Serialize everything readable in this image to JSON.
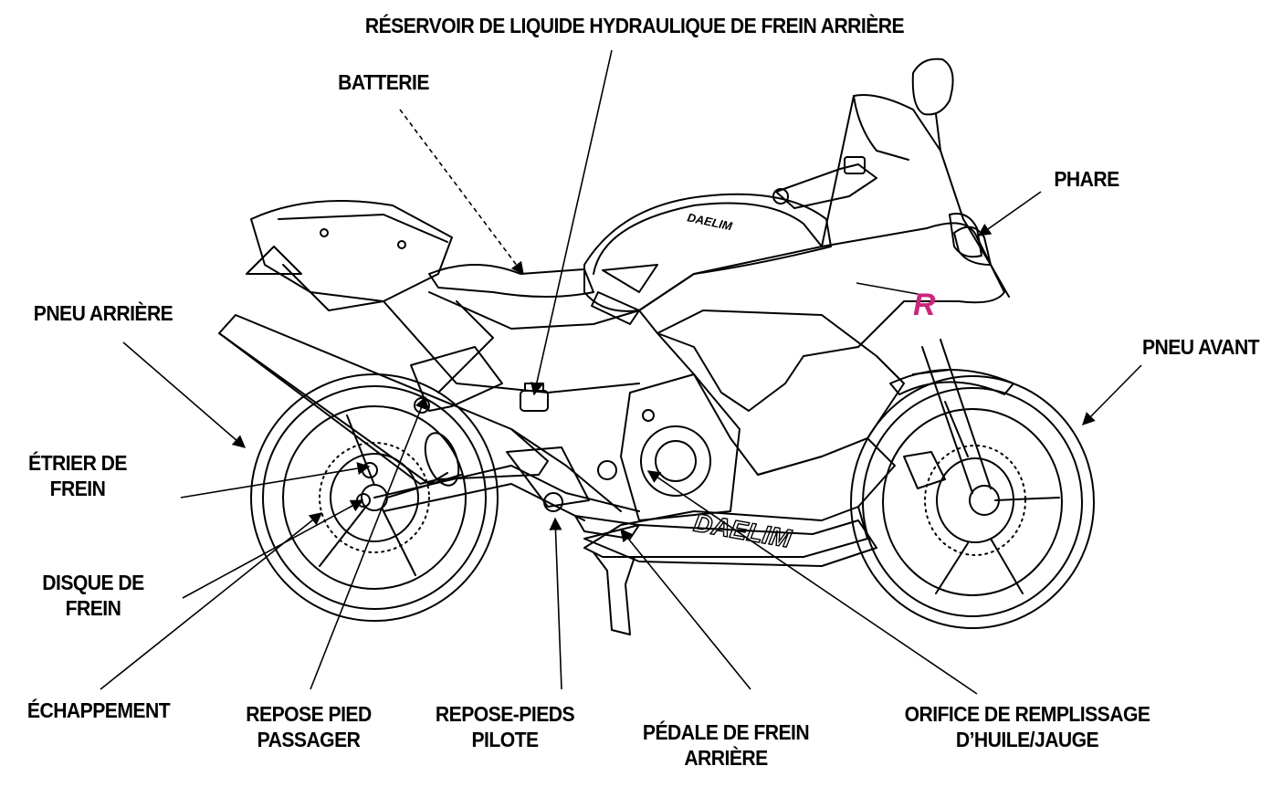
{
  "labels": {
    "brake_reservoir": "RÉSERVOIR DE LIQUIDE HYDRAULIQUE DE FREIN ARRIÈRE",
    "battery": "BATTERIE",
    "headlight": "PHARE",
    "rear_tire": "PNEU ARRIÈRE",
    "front_tire": "PNEU AVANT",
    "caliper_line1": "ÉTRIER DE",
    "caliper_line2": "FREIN",
    "disc_line1": "DISQUE DE",
    "disc_line2": "FREIN",
    "exhaust": "ÉCHAPPEMENT",
    "passenger_peg_line1": "REPOSE PIED",
    "passenger_peg_line2": "PASSAGER",
    "rider_peg_line1": "REPOSE-PIEDS",
    "rider_peg_line2": "PILOTE",
    "brake_pedal_line1": "PÉDALE DE FREIN",
    "brake_pedal_line2": "ARRIÈRE",
    "oil_filler_line1": "ORIFICE DE REMPLISSAGE",
    "oil_filler_line2": "D’HUILE/JAUGE"
  },
  "decals": {
    "tank_logo": "DAELIM",
    "fairing_logo": "DAELIM",
    "model_badge": "R"
  },
  "colors": {
    "line": "#000000",
    "accent": "#c8267a",
    "background": "#ffffff"
  }
}
